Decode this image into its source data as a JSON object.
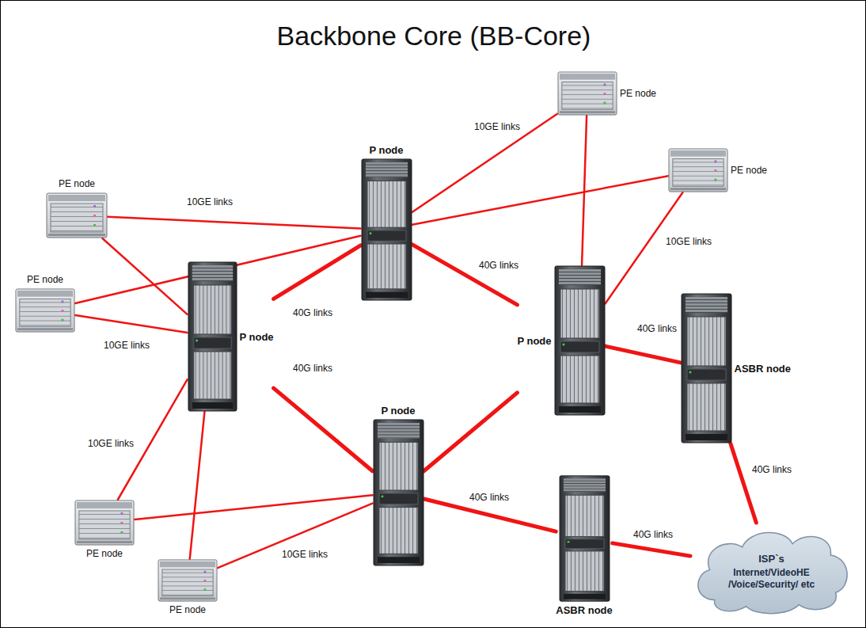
{
  "diagram": {
    "title": "Backbone Core (BB-Core)",
    "nodes": [
      {
        "text": [
          "PE node"
        ]
      },
      {
        "text": [
          "PE node"
        ]
      },
      {
        "text": [
          "P node"
        ]
      },
      {
        "text": [
          "PE node"
        ]
      },
      {
        "text": [
          "PE node"
        ]
      },
      {
        "text": [
          "P node"
        ]
      },
      {
        "text": [
          "P node"
        ]
      },
      {
        "text": [
          "ASBR node"
        ]
      },
      {
        "text": [
          "P node"
        ]
      },
      {
        "text": [
          "PE node"
        ]
      },
      {
        "text": [
          "ASBR node"
        ]
      },
      {
        "text": [
          "ISP`s",
          "Internet/VideoHE /Voice/Security/ etc"
        ]
      },
      {
        "text": [
          "PE node"
        ]
      }
    ],
    "edges": [
      {
        "from": 3,
        "to": 2,
        "arrow": "none",
        "label": "10GE links"
      },
      {
        "from": 3,
        "to": 5,
        "arrow": "none"
      },
      {
        "from": 4,
        "to": 2,
        "arrow": "none"
      },
      {
        "from": 4,
        "to": 5,
        "arrow": "none",
        "label": "10GE links"
      },
      {
        "from": 0,
        "to": 2,
        "arrow": "none",
        "label": "10GE links"
      },
      {
        "from": 0,
        "to": 6,
        "arrow": "none"
      },
      {
        "from": 1,
        "to": 2,
        "arrow": "none"
      },
      {
        "from": 1,
        "to": 6,
        "arrow": "none",
        "label": "10GE links"
      },
      {
        "from": 9,
        "to": 5,
        "arrow": "none",
        "label": "10GE links"
      },
      {
        "from": 9,
        "to": 8,
        "arrow": "none"
      },
      {
        "from": 12,
        "to": 5,
        "arrow": "none"
      },
      {
        "from": 12,
        "to": 8,
        "arrow": "none",
        "label": "10GE links"
      },
      {
        "from": 2,
        "to": 5,
        "arrow": "none",
        "label": "40G links"
      },
      {
        "from": 2,
        "to": 6,
        "arrow": "none",
        "label": "40G links"
      },
      {
        "from": 5,
        "to": 8,
        "arrow": "none",
        "label": "40G links"
      },
      {
        "from": 8,
        "to": 6,
        "arrow": "none"
      },
      {
        "from": 6,
        "to": 7,
        "arrow": "none",
        "label": "40G links"
      },
      {
        "from": 7,
        "to": 11,
        "arrow": "none",
        "label": "40G links"
      },
      {
        "from": 8,
        "to": 10,
        "arrow": "none",
        "label": "40G links"
      },
      {
        "from": 10,
        "to": 11,
        "arrow": "none",
        "label": "40G links"
      }
    ]
  }
}
